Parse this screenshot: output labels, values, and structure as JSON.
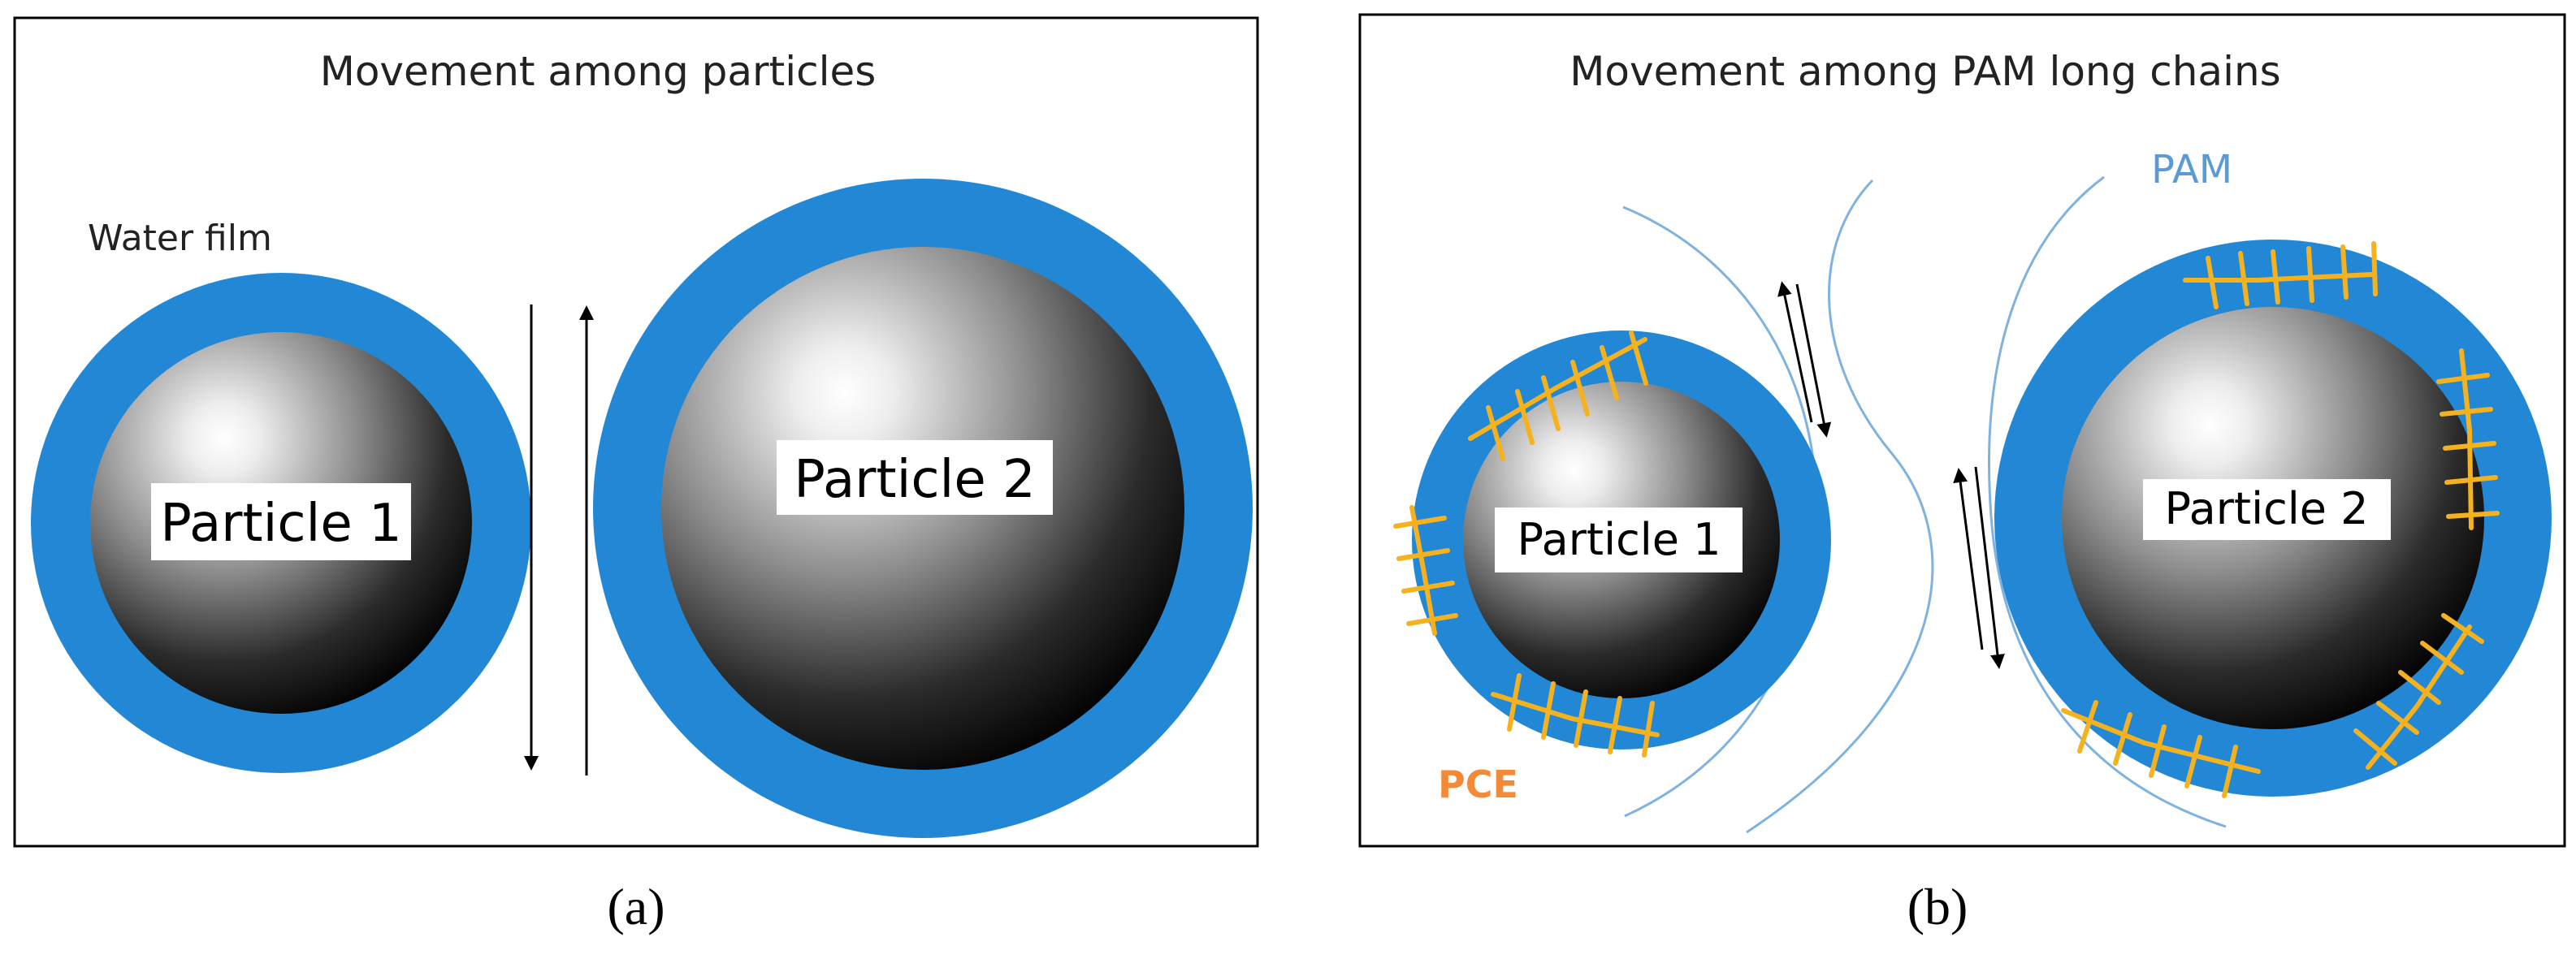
{
  "panel_a": {
    "title": "Movement among particles",
    "water_film_label": "Water film",
    "particle1_label": "Particle 1",
    "particle2_label": "Particle 2",
    "caption": "(a)"
  },
  "panel_b": {
    "title": "Movement among PAM long chains",
    "pam_label": "PAM",
    "pce_label": "PCE",
    "particle1_label": "Particle 1",
    "particle2_label": "Particle 2",
    "caption": "(b)"
  },
  "colors": {
    "water_film": "#2288d6",
    "pam_chain": "#7fb2df",
    "pam_text": "#5b9bd5",
    "pce": "#f5b21e",
    "pce_text": "#f28a38"
  }
}
